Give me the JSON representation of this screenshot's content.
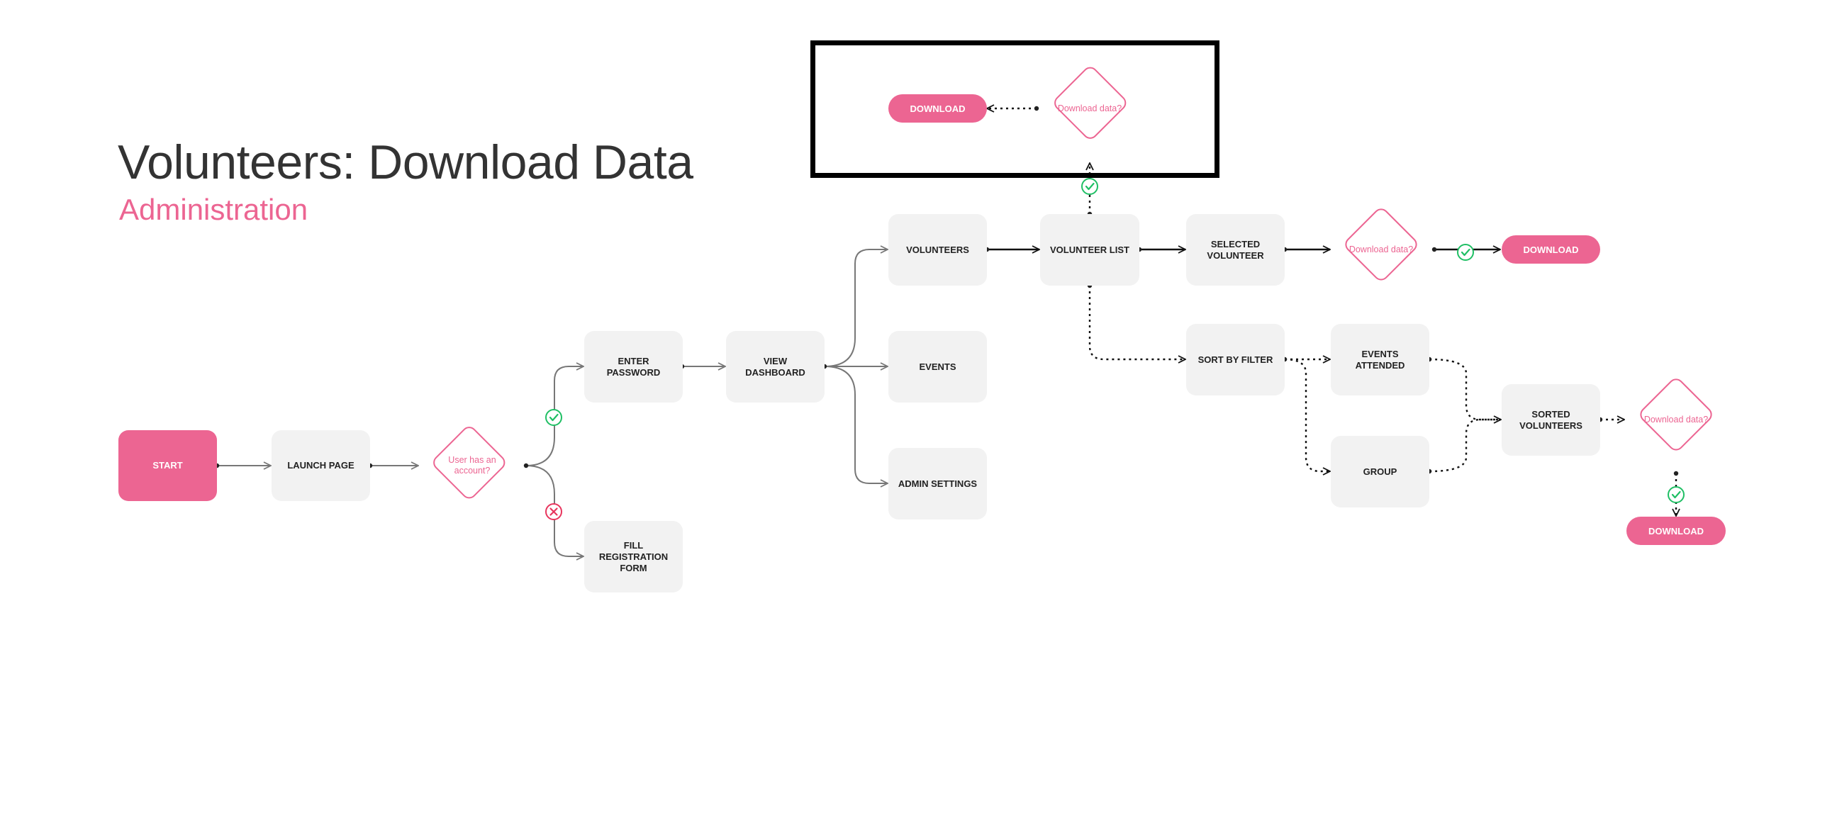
{
  "header": {
    "title": "Volunteers: Download Data",
    "subtitle": "Administration"
  },
  "colors": {
    "accent": "#ec6592",
    "node_bg": "#f2f2f2",
    "success": "#1fbf64",
    "error": "#e8355d",
    "connector_solid": "#777777",
    "connector_dark": "#111111"
  },
  "icons": {
    "yes": "check-circle-icon",
    "no": "cross-circle-icon"
  },
  "nodes": {
    "start": "START",
    "launch_page": "LAUNCH PAGE",
    "enter_password": "ENTER PASSWORD",
    "fill_registration_form": "FILL REGISTRATION FORM",
    "view_dashboard": "VIEW DASHBOARD",
    "volunteers": "VOLUNTEERS",
    "events": "EVENTS",
    "admin_settings": "ADMIN SETTINGS",
    "volunteer_list": "VOLUNTEER LIST",
    "selected_volunteer": "SELECTED VOLUNTEER",
    "sort_by_filter": "SORT BY FILTER",
    "events_attended": "EVENTS ATTENDED",
    "group": "GROUP",
    "sorted_volunteers": "SORTED VOLUNTEERS"
  },
  "decisions": {
    "user_has_account": "User has an account?",
    "download_data_top": "Download data?",
    "download_data_selected": "Download data?",
    "download_data_sorted": "Download data?"
  },
  "actions": {
    "download_top": "DOWNLOAD",
    "download_selected": "DOWNLOAD",
    "download_sorted": "DOWNLOAD"
  }
}
